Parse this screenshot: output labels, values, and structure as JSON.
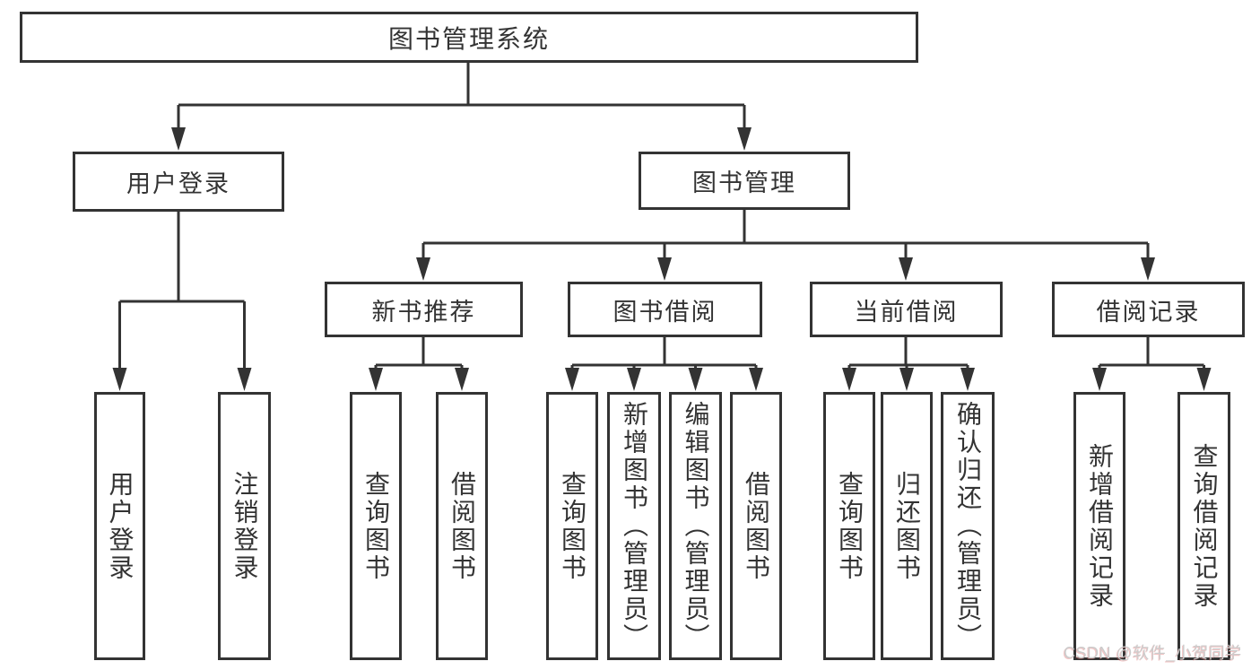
{
  "tree": {
    "root": {
      "label": "图书管理系统",
      "children": [
        {
          "label": "用户登录",
          "children": [
            {
              "label": "用户登录"
            },
            {
              "label": "注销登录"
            }
          ]
        },
        {
          "label": "图书管理",
          "children": [
            {
              "label": "新书推荐",
              "children": [
                {
                  "label": "查询图书"
                },
                {
                  "label": "借阅图书"
                }
              ]
            },
            {
              "label": "图书借阅",
              "children": [
                {
                  "label": "查询图书"
                },
                {
                  "label": "新增图书（管理员）"
                },
                {
                  "label": "编辑图书（管理员）"
                },
                {
                  "label": "借阅图书"
                }
              ]
            },
            {
              "label": "当前借阅",
              "children": [
                {
                  "label": "查询图书"
                },
                {
                  "label": "归还图书"
                },
                {
                  "label": "确认归还（管理员）"
                }
              ]
            },
            {
              "label": "借阅记录",
              "children": [
                {
                  "label": "新增借阅记录"
                },
                {
                  "label": "查询借阅记录"
                }
              ]
            }
          ]
        }
      ]
    }
  },
  "watermark": {
    "text": "CSDN @软件_小贺同学"
  },
  "colors": {
    "line": "#333333",
    "text": "#333333",
    "background": "#ffffff",
    "watermark": "#cccccc"
  }
}
